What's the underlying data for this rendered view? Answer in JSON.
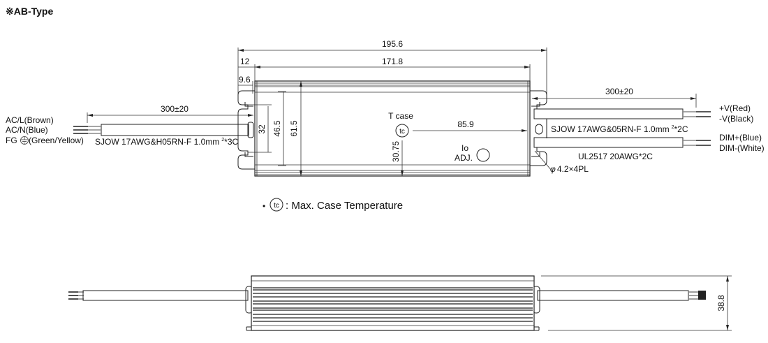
{
  "title": "※AB-Type",
  "top_view": {
    "dim_overall_length": "195.6",
    "dim_body_length": "171.8",
    "dim_flange_12": "12",
    "dim_flange_9_6": "9.6",
    "dim_mount_32": "32",
    "dim_width_46_5": "46.5",
    "dim_width_61_5": "61.5",
    "dim_tc_y": "30.75",
    "dim_tc_x": "85.9",
    "tcase_label": "T case",
    "tc_symbol": "tc",
    "io_adj_line1": "Io",
    "io_adj_line2": "ADJ.",
    "left_cable_length": "300±20",
    "right_cable_length": "300±20",
    "ac_l": "AC/L(Brown)",
    "ac_n": "AC/N(Blue)",
    "fg_prefix": "FG",
    "fg_suffix": "(Green/Yellow)",
    "left_cable_spec": "SJOW 17AWG&H05RN-F 1.0mm",
    "left_cable_sup": "2",
    "left_cable_cores": "*3C",
    "right_cable_spec": "SJOW 17AWG&05RN-F 1.0mm",
    "right_cable_sup": "2",
    "right_cable_cores": "*2C",
    "dim_cable_spec": "UL2517 20AWG*2C",
    "vplus": "+V(Red)",
    "vminus": "-V(Black)",
    "dimplus": "DIM+(Blue)",
    "dimminus": "DIM-(White)",
    "hole_spec": "4.2×4PL",
    "hole_phi": "φ"
  },
  "legend": {
    "bullet": "•",
    "symbol": "tc",
    "text": ": Max. Case Temperature"
  },
  "side_view": {
    "dim_height": "38.8"
  }
}
